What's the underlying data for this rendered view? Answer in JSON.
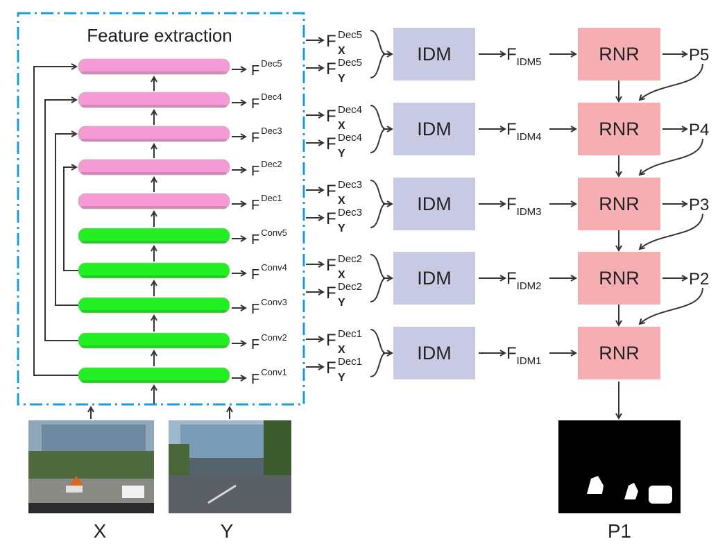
{
  "feature_extraction": {
    "title": "Feature extraction",
    "layers": [
      {
        "label_base": "F",
        "label_sup": "Dec5",
        "kind": "dec"
      },
      {
        "label_base": "F",
        "label_sup": "Dec4",
        "kind": "dec"
      },
      {
        "label_base": "F",
        "label_sup": "Dec3",
        "kind": "dec"
      },
      {
        "label_base": "F",
        "label_sup": "Dec2",
        "kind": "dec"
      },
      {
        "label_base": "F",
        "label_sup": "Dec1",
        "kind": "dec"
      },
      {
        "label_base": "F",
        "label_sup": "Conv5",
        "kind": "conv"
      },
      {
        "label_base": "F",
        "label_sup": "Conv4",
        "kind": "conv"
      },
      {
        "label_base": "F",
        "label_sup": "Conv3",
        "kind": "conv"
      },
      {
        "label_base": "F",
        "label_sup": "Conv2",
        "kind": "conv"
      },
      {
        "label_base": "F",
        "label_sup": "Conv1",
        "kind": "conv"
      }
    ]
  },
  "inputs": [
    {
      "label": "X"
    },
    {
      "label": "Y"
    }
  ],
  "stages": [
    {
      "in_x_base": "F",
      "in_x_sup": "Dec5",
      "in_x_sub": "X",
      "in_y_base": "F",
      "in_y_sup": "Dec5",
      "in_y_sub": "Y",
      "idm_label": "IDM",
      "fidm_base": "F",
      "fidm_sub": "IDM5",
      "rnr_label": "RNR",
      "pred_label": "P5"
    },
    {
      "in_x_base": "F",
      "in_x_sup": "Dec4",
      "in_x_sub": "X",
      "in_y_base": "F",
      "in_y_sup": "Dec4",
      "in_y_sub": "Y",
      "idm_label": "IDM",
      "fidm_base": "F",
      "fidm_sub": "IDM4",
      "rnr_label": "RNR",
      "pred_label": "P4"
    },
    {
      "in_x_base": "F",
      "in_x_sup": "Dec3",
      "in_x_sub": "X",
      "in_y_base": "F",
      "in_y_sup": "Dec3",
      "in_y_sub": "Y",
      "idm_label": "IDM",
      "fidm_base": "F",
      "fidm_sub": "IDM3",
      "rnr_label": "RNR",
      "pred_label": "P3"
    },
    {
      "in_x_base": "F",
      "in_x_sup": "Dec2",
      "in_x_sub": "X",
      "in_y_base": "F",
      "in_y_sup": "Dec2",
      "in_y_sub": "Y",
      "idm_label": "IDM",
      "fidm_base": "F",
      "fidm_sub": "IDM2",
      "rnr_label": "RNR",
      "pred_label": "P2"
    },
    {
      "in_x_base": "F",
      "in_x_sup": "Dec1",
      "in_x_sub": "X",
      "in_y_base": "F",
      "in_y_sup": "Dec1",
      "in_y_sub": "Y",
      "idm_label": "IDM",
      "fidm_base": "F",
      "fidm_sub": "IDM1",
      "rnr_label": "RNR",
      "pred_label": ""
    }
  ],
  "output": {
    "label": "P1"
  },
  "colors": {
    "dec_layer": "#f59ad4",
    "conv_layer": "#22f022",
    "idm_box": "#c8c9e3",
    "rnr_box": "#f7aeb3",
    "frame": "#1a9de0",
    "arrow": "#333333"
  }
}
